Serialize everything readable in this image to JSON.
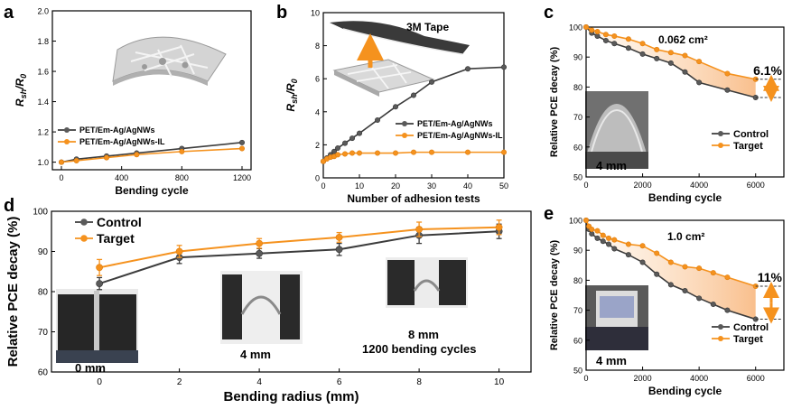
{
  "colors": {
    "control": "#3c3c3c",
    "target": "#f5921e",
    "dark_marker": "#5a5a5a",
    "orange_text": "#f5921e"
  },
  "panels": {
    "a": "a",
    "b": "b",
    "c": "c",
    "d": "d",
    "e": "e"
  },
  "chart_data": [
    {
      "id": "a",
      "type": "line",
      "xlabel": "Bending cycle",
      "ylabel": "Rsh/R0",
      "ylabel_main": "R",
      "ylabel_sub1": "sh",
      "ylabel_slash": "/R",
      "ylabel_sub2": "0",
      "xlim": [
        -60,
        1260
      ],
      "ylim": [
        0.95,
        2.0
      ],
      "xticks": [
        0,
        400,
        800,
        1200
      ],
      "yticks": [
        1.0,
        1.2,
        1.4,
        1.6,
        1.8,
        2.0
      ],
      "yticklabels": [
        "1.0",
        "1.2",
        "1.4",
        "1.6",
        "1.8",
        "2.0"
      ],
      "legend": "bottom-left",
      "series": [
        {
          "name": "PET/Em-Ag/AgNWs",
          "color": "#3c3c3c",
          "x": [
            0,
            100,
            300,
            500,
            800,
            1200
          ],
          "y": [
            1.0,
            1.02,
            1.04,
            1.06,
            1.09,
            1.13
          ]
        },
        {
          "name": "PET/Em-Ag/AgNWs-IL",
          "color": "#f5921e",
          "x": [
            0,
            100,
            300,
            500,
            800,
            1200
          ],
          "y": [
            1.0,
            1.01,
            1.03,
            1.05,
            1.07,
            1.09
          ]
        }
      ]
    },
    {
      "id": "b",
      "type": "line",
      "xlabel": "Number of adhesion tests",
      "ylabel": "Rsh/R0",
      "ylabel_main": "R",
      "ylabel_sub1": "sh",
      "ylabel_slash": "/R",
      "ylabel_sub2": "0",
      "xlim": [
        0,
        50
      ],
      "ylim": [
        0,
        10
      ],
      "xticks": [
        0,
        10,
        20,
        30,
        40,
        50
      ],
      "yticks": [
        0,
        2,
        4,
        6,
        8,
        10
      ],
      "yticklabels": [
        "0",
        "2",
        "4",
        "6",
        "8",
        "10"
      ],
      "annotation": "3M Tape",
      "legend": "bottom-right",
      "series": [
        {
          "name": "PET/Em-Ag/AgNWs",
          "color": "#3c3c3c",
          "x": [
            0,
            1,
            2,
            3,
            4,
            6,
            8,
            10,
            15,
            20,
            25,
            30,
            40,
            50
          ],
          "y": [
            1.0,
            1.2,
            1.4,
            1.6,
            1.8,
            2.1,
            2.4,
            2.7,
            3.5,
            4.3,
            5.0,
            5.8,
            6.6,
            6.7
          ]
        },
        {
          "name": "PET/Em-Ag/AgNWs-IL",
          "color": "#f5921e",
          "x": [
            0,
            1,
            2,
            3,
            4,
            6,
            8,
            10,
            15,
            20,
            25,
            30,
            40,
            50
          ],
          "y": [
            1.0,
            1.15,
            1.25,
            1.3,
            1.4,
            1.45,
            1.5,
            1.5,
            1.5,
            1.5,
            1.55,
            1.55,
            1.55,
            1.55
          ]
        }
      ]
    },
    {
      "id": "c",
      "type": "line",
      "xlabel": "Bending cycle",
      "ylabel": "Relative PCE decay (%)",
      "xlim": [
        0,
        7000
      ],
      "ylim": [
        50,
        100
      ],
      "xticks": [
        0,
        2000,
        4000,
        6000
      ],
      "yticks": [
        50,
        60,
        70,
        80,
        90,
        100
      ],
      "yticklabels": [
        "50",
        "60",
        "70",
        "80",
        "90",
        "100"
      ],
      "area_note": "0.062 cm²",
      "delta": "6.1%",
      "inset_label": "4 mm",
      "legend": "bottom-right",
      "series": [
        {
          "name": "Control",
          "color": "#3c3c3c",
          "x": [
            0,
            200,
            400,
            700,
            1000,
            1500,
            2000,
            2500,
            3000,
            3500,
            4000,
            5000,
            6000
          ],
          "y": [
            100,
            98,
            97,
            95.5,
            94.5,
            93,
            91,
            89.5,
            88,
            85,
            81.5,
            79,
            76.5
          ]
        },
        {
          "name": "Target",
          "color": "#f5921e",
          "x": [
            0,
            200,
            400,
            700,
            1000,
            1500,
            2000,
            2500,
            3000,
            3500,
            4000,
            5000,
            6000
          ],
          "y": [
            100,
            99,
            98.5,
            97.5,
            97,
            96,
            94.5,
            92.5,
            91.5,
            90.5,
            88.5,
            84.5,
            82.6
          ]
        }
      ]
    },
    {
      "id": "d",
      "type": "line",
      "xlabel": "Bending radius (mm)",
      "ylabel": "Relative PCE decay (%)",
      "xlim": [
        -1.2,
        10.8
      ],
      "ylim": [
        60,
        100
      ],
      "xticks": [
        0,
        2,
        4,
        6,
        8,
        10
      ],
      "yticks": [
        60,
        70,
        80,
        90,
        100
      ],
      "yticklabels": [
        "60",
        "70",
        "80",
        "90",
        "100"
      ],
      "photo_labels": [
        "0 mm",
        "4 mm",
        "8 mm",
        "1200 bending cycles"
      ],
      "legend": "top-left",
      "series": [
        {
          "name": "Control",
          "color": "#3c3c3c",
          "x": [
            0,
            2,
            4,
            6,
            8,
            10
          ],
          "y": [
            82,
            88.5,
            89.5,
            90.5,
            94,
            95
          ],
          "err": [
            1.5,
            1.5,
            1.2,
            1.5,
            2,
            1.8
          ]
        },
        {
          "name": "Target",
          "color": "#f5921e",
          "x": [
            0,
            2,
            4,
            6,
            8,
            10
          ],
          "y": [
            86,
            90,
            92,
            93.5,
            95.5,
            96
          ],
          "err": [
            2,
            1.5,
            1.2,
            1.2,
            1.8,
            1.8
          ]
        }
      ]
    },
    {
      "id": "e",
      "type": "line",
      "xlabel": "Bending cycle",
      "ylabel": "Relative PCE decay (%)",
      "xlim": [
        0,
        7000
      ],
      "ylim": [
        50,
        100
      ],
      "xticks": [
        0,
        2000,
        4000,
        6000
      ],
      "yticks": [
        50,
        60,
        70,
        80,
        90,
        100
      ],
      "yticklabels": [
        "50",
        "60",
        "70",
        "80",
        "90",
        "100"
      ],
      "area_note": "1.0 cm²",
      "delta": "11%",
      "inset_label": "4 mm",
      "legend": "bottom-right",
      "series": [
        {
          "name": "Control",
          "color": "#3c3c3c",
          "x": [
            0,
            100,
            200,
            400,
            600,
            800,
            1000,
            1500,
            2000,
            2500,
            3000,
            3500,
            4000,
            4500,
            5000,
            6000
          ],
          "y": [
            100,
            97,
            95.5,
            94,
            93,
            92,
            90.5,
            88.5,
            86,
            82,
            78.5,
            76.5,
            74,
            72,
            70,
            67
          ]
        },
        {
          "name": "Target",
          "color": "#f5921e",
          "x": [
            0,
            100,
            200,
            400,
            600,
            800,
            1000,
            1500,
            2000,
            2500,
            3000,
            3500,
            4000,
            4500,
            5000,
            6000
          ],
          "y": [
            100,
            98,
            97,
            96.5,
            95,
            94,
            93.5,
            92,
            91.5,
            89,
            86,
            84.5,
            84,
            82.5,
            81,
            78
          ]
        }
      ]
    }
  ]
}
